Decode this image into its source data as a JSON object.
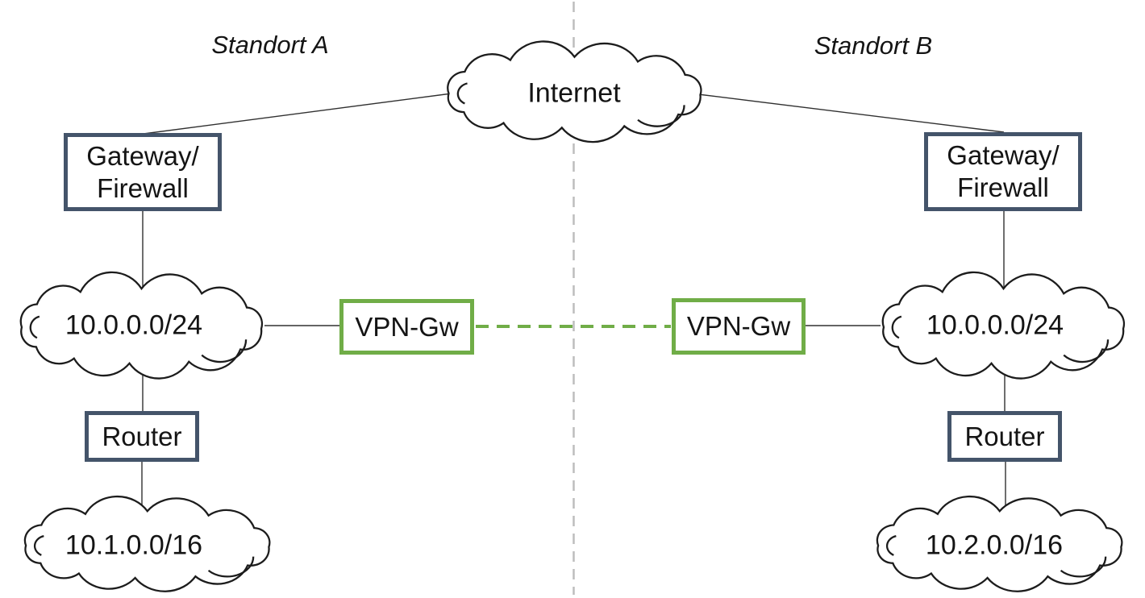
{
  "internet_label": "Internet",
  "sites": [
    {
      "site_label": "Standort A",
      "gateway_line1": "Gateway/",
      "gateway_line2": "Firewall",
      "transfer_net": "10.0.0.0/24",
      "vpn_gateway": "VPN-Gw",
      "router": "Router",
      "lan_net": "10.1.0.0/16"
    },
    {
      "site_label": "Standort B",
      "gateway_line1": "Gateway/",
      "gateway_line2": "Firewall",
      "transfer_net": "10.0.0.0/24",
      "vpn_gateway": "VPN-Gw",
      "router": "Router",
      "lan_net": "10.2.0.0/16"
    }
  ],
  "colors": {
    "vpn_accent_green": "#70ad47",
    "node_border_dark": "#44546a",
    "separator_gray": "#bdbdbd",
    "line_black": "#303030"
  }
}
